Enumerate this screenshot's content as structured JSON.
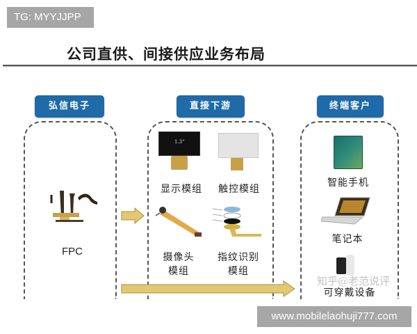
{
  "watermark_top": "TG: MYYJJPP",
  "title": "公司直供、间接供应业务布局",
  "columns": [
    {
      "header": "弘信电子",
      "items": [
        {
          "label": "FPC",
          "icon": "fpc-circuit-icon"
        }
      ]
    },
    {
      "header": "直接下游",
      "items": [
        {
          "label": "显示模组",
          "icon": "display-module-icon",
          "screen_text": "1.3\""
        },
        {
          "label": "触控模组",
          "icon": "touch-module-icon"
        },
        {
          "label": "摄像头\n模组",
          "line1": "摄像头",
          "line2": "模组",
          "icon": "camera-module-icon"
        },
        {
          "label": "指纹识别\n模组",
          "line1": "指纹识别",
          "line2": "模组",
          "icon": "fingerprint-module-icon"
        }
      ]
    },
    {
      "header": "终端客户",
      "items": [
        {
          "label": "智能手机",
          "icon": "smartphone-icon"
        },
        {
          "label": "笔记本",
          "icon": "laptop-icon"
        },
        {
          "label": "可穿戴设备",
          "icon": "smartwatch-icon"
        }
      ]
    }
  ],
  "arrows": {
    "direct_color": "#e3c873",
    "border_color": "#a8903e"
  },
  "overlay_watermark": "知乎@老范说评",
  "watermark_bottom": "www.mobilelaohuji777.com",
  "colors": {
    "header_blue": "#1f6aa8",
    "arrow_gold": "#e3c873"
  }
}
